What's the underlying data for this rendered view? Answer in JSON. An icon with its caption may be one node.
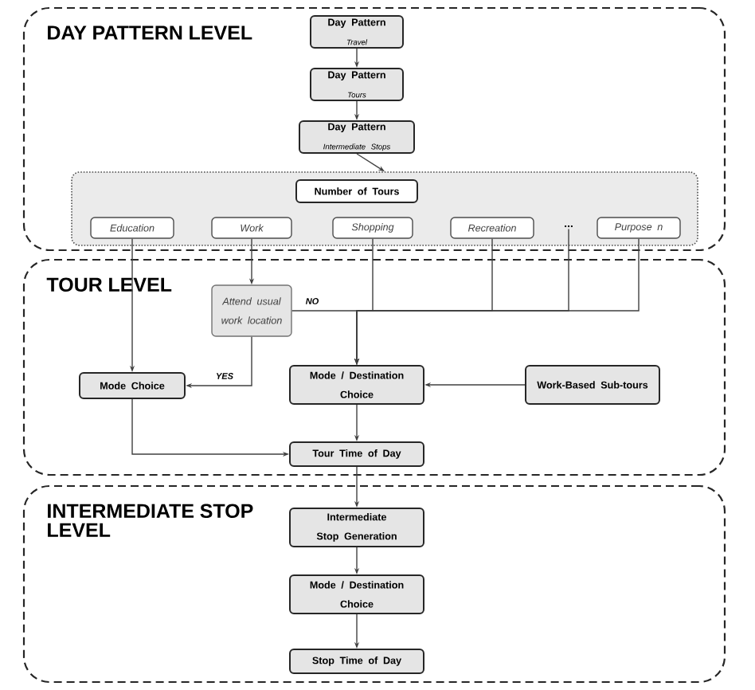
{
  "diagram": {
    "nodes": [
      {
        "text": [
          "DAY PATTERN LEVEL"
        ]
      },
      {
        "text": [
          "Day Pattern",
          "Travel"
        ],
        "in": 0
      },
      {
        "text": [
          "Day Pattern",
          "Tours"
        ],
        "in": 0
      },
      {
        "text": [
          "Day Pattern",
          "Intermediate Stops"
        ],
        "in": 0
      },
      {
        "text": [],
        "shape": "box",
        "in": 0
      },
      {
        "text": [
          "Number of Tours"
        ],
        "in": 4
      },
      {
        "text": [
          "Education"
        ],
        "in": 4
      },
      {
        "text": [
          "Work"
        ],
        "in": 4
      },
      {
        "text": [
          "Shopping"
        ],
        "in": 4
      },
      {
        "text": [
          "Recreation"
        ],
        "in": 4
      },
      {
        "text": [
          "..."
        ],
        "in": 4
      },
      {
        "text": [
          "Purpose n"
        ],
        "in": 4
      },
      {
        "text": [
          "TOUR LEVEL"
        ]
      },
      {
        "text": [
          "Attend usual work location"
        ],
        "in": 12
      },
      {
        "text": [
          "Mode Choice"
        ],
        "in": 12
      },
      {
        "text": [
          "Mode / Destination Choice"
        ],
        "in": 12
      },
      {
        "text": [
          "Work-Based Sub-tours"
        ],
        "in": 12
      },
      {
        "text": [
          "Tour Time of Day"
        ],
        "in": 12
      },
      {
        "text": [
          "INTERMEDIATE STOP LEVEL"
        ]
      },
      {
        "text": [
          "Intermediate Stop Generation"
        ],
        "in": 18
      },
      {
        "text": [
          "Mode / Destination Choice"
        ],
        "in": 18
      },
      {
        "text": [
          "Stop Time of Day"
        ],
        "in": 18
      }
    ],
    "edges": [
      {
        "from": 1,
        "to": 2,
        "arrow": "to"
      },
      {
        "from": 2,
        "to": 3,
        "arrow": "to"
      },
      {
        "from": 3,
        "to": 4,
        "arrow": "to"
      },
      {
        "from": 6,
        "to": 14,
        "arrow": "to"
      },
      {
        "from": 7,
        "to": 13,
        "arrow": "to"
      },
      {
        "from": 13,
        "to": 14,
        "arrow": "to",
        "label": "YES"
      },
      {
        "from": 13,
        "to": 15,
        "arrow": "to",
        "label": "NO"
      },
      {
        "from": 8,
        "to": 15,
        "arrow": "to"
      },
      {
        "from": 9,
        "to": 15,
        "arrow": "to"
      },
      {
        "from": 10,
        "to": 15,
        "arrow": "to"
      },
      {
        "from": 11,
        "to": 15,
        "arrow": "to"
      },
      {
        "from": 16,
        "to": 15,
        "arrow": "to"
      },
      {
        "from": 14,
        "to": 17,
        "arrow": "to"
      },
      {
        "from": 15,
        "to": 17,
        "arrow": "to"
      },
      {
        "from": 17,
        "to": 19,
        "arrow": "to"
      },
      {
        "from": 19,
        "to": 20,
        "arrow": "to"
      },
      {
        "from": 20,
        "to": 21,
        "arrow": "to"
      }
    ]
  }
}
